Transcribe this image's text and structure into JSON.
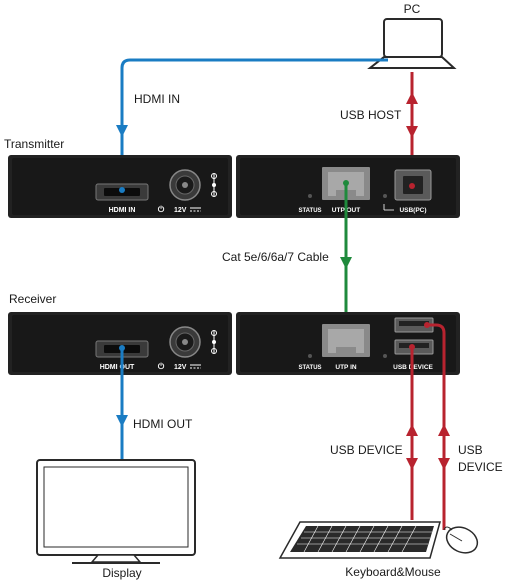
{
  "labels": {
    "pc": "PC",
    "hdmi_in": "HDMI IN",
    "usb_host": "USB HOST",
    "transmitter": "Transmitter",
    "cable": "Cat 5e/6/6a/7 Cable",
    "receiver": "Receiver",
    "hdmi_out": "HDMI OUT",
    "usb_device_left": "USB DEVICE",
    "usb_device_right_1": "USB",
    "usb_device_right_2": "DEVICE",
    "display": "Display",
    "keyboard_mouse": "Keyboard&Mouse"
  },
  "transmitter": {
    "hdmi_port": "HDMI IN",
    "power": "12V",
    "status": "STATUS",
    "utp": "UTP OUT",
    "usb": "USB(PC)"
  },
  "receiver": {
    "hdmi_port": "HDMI OUT",
    "power": "12V",
    "status": "STATUS",
    "utp": "UTP IN",
    "usb": "USB  DEVICE"
  },
  "colors": {
    "hdmi": "#1a7cc3",
    "usb": "#b8232f",
    "cat": "#1f8a3c",
    "device": "#2a2a2a"
  }
}
